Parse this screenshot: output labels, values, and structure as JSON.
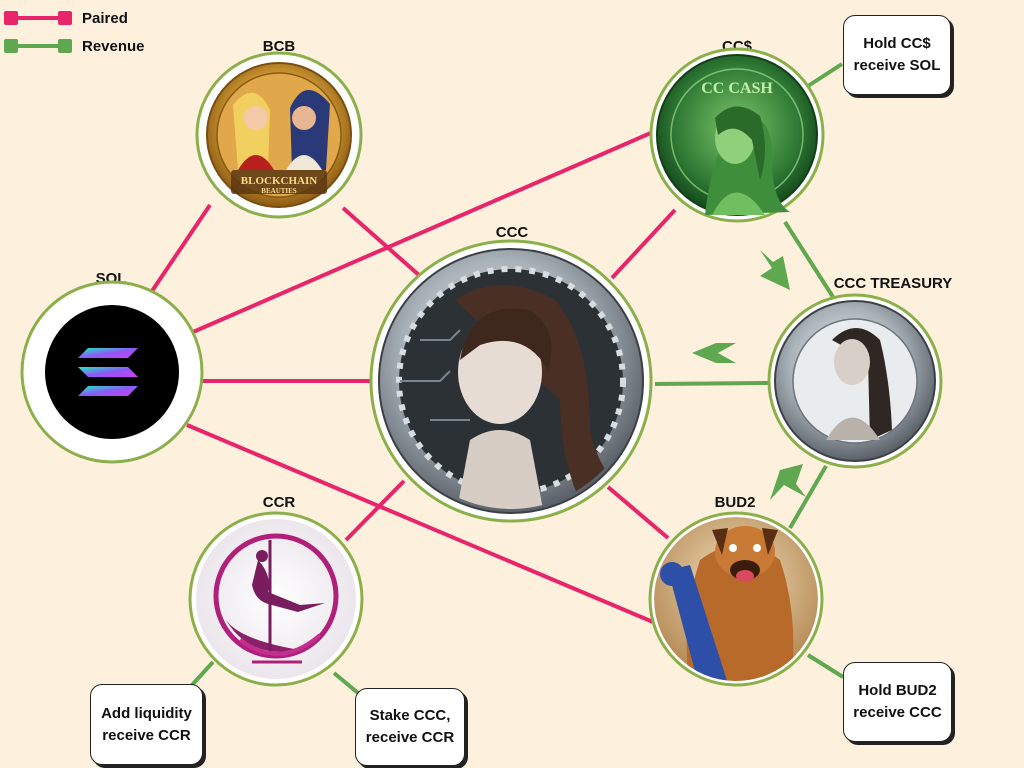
{
  "legend": {
    "paired": {
      "label": "Paired",
      "color": "#e8246a"
    },
    "revenue": {
      "label": "Revenue",
      "color": "#5fa84f"
    }
  },
  "nodes": {
    "bcb": {
      "label": "BCB",
      "coin_text_1": "BLOCKCHAIN",
      "coin_text_2": "BEAUTIES"
    },
    "ccash": {
      "label": "CC$",
      "coin_text": "CC CASH"
    },
    "ccc": {
      "label": "CCC"
    },
    "sol": {
      "label": "SOL"
    },
    "treasury": {
      "label": "CCC TREASURY"
    },
    "ccr": {
      "label": "CCR"
    },
    "bud2": {
      "label": "BUD2"
    }
  },
  "notes": {
    "hold_ccash": {
      "line1": "Hold CC$",
      "line2": "receive SOL"
    },
    "add_liquidity": {
      "line1": "Add liquidity",
      "line2": "receive CCR"
    },
    "stake_ccc": {
      "line1": "Stake CCC,",
      "line2": "receive CCR"
    },
    "hold_bud2": {
      "line1": "Hold BUD2",
      "line2": "receive CCC"
    }
  },
  "colors": {
    "background": "#fdf0dc",
    "node_border": "#8bb04a",
    "paired_line": "#e8246a",
    "revenue_line": "#5fa84f"
  }
}
